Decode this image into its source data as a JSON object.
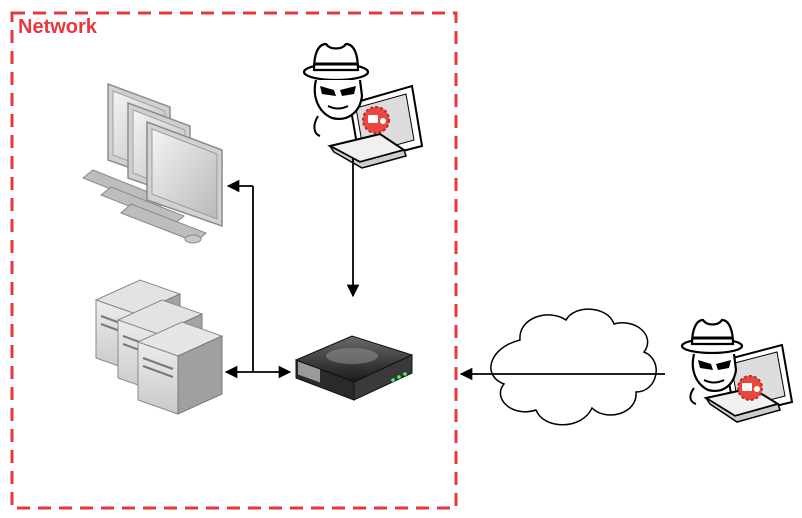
{
  "network": {
    "label": "Network",
    "border_color": "#e8383d"
  },
  "nodes": {
    "workstations": {
      "icon": "desktop-computers-icon"
    },
    "servers": {
      "icon": "server-rack-icon"
    },
    "router": {
      "icon": "router-icon"
    },
    "internal_attacker": {
      "icon": "hacker-laptop-icon",
      "badge_color": "#e8483f"
    },
    "internet": {
      "icon": "cloud-icon"
    },
    "external_attacker": {
      "icon": "hacker-laptop-icon",
      "badge_color": "#e8483f"
    }
  },
  "edges": [
    {
      "from": "router",
      "to": "workstations",
      "style": "bidirectional-arrow"
    },
    {
      "from": "router",
      "to": "servers",
      "style": "bidirectional-arrow"
    },
    {
      "from": "internal_attacker",
      "to": "router",
      "style": "arrow"
    },
    {
      "from": "external_attacker",
      "to": "router",
      "style": "arrow",
      "via": "internet"
    }
  ]
}
